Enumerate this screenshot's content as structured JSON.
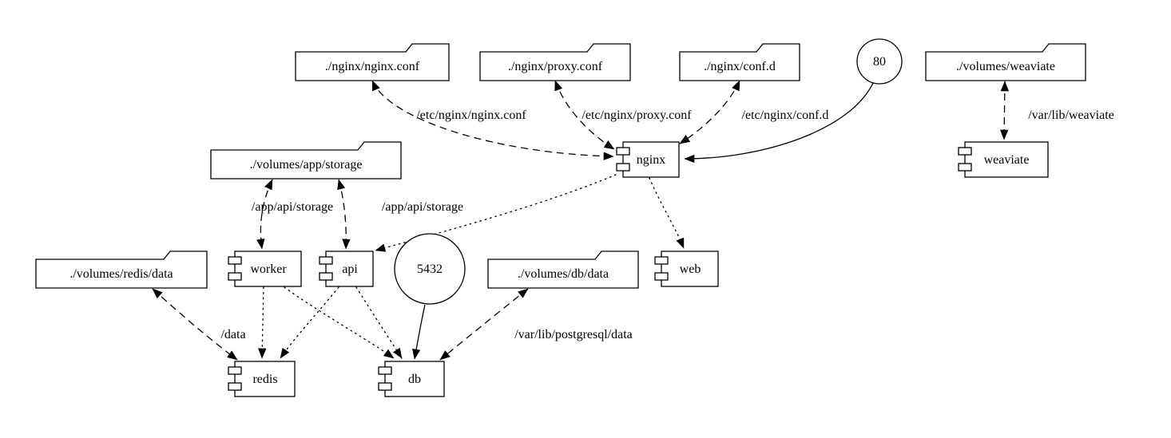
{
  "diagram": {
    "kind": "service-graph",
    "nodes": {
      "folders": [
        {
          "label": "./nginx/nginx.conf"
        },
        {
          "label": "./nginx/proxy.conf"
        },
        {
          "label": "./nginx/conf.d"
        },
        {
          "label": "./volumes/weaviate"
        },
        {
          "label": "./volumes/app/storage"
        },
        {
          "label": "./volumes/redis/data"
        },
        {
          "label": "./volumes/db/data"
        }
      ],
      "components": [
        {
          "label": "nginx"
        },
        {
          "label": "weaviate"
        },
        {
          "label": "worker"
        },
        {
          "label": "api"
        },
        {
          "label": "web"
        },
        {
          "label": "redis"
        },
        {
          "label": "db"
        }
      ],
      "ports": [
        {
          "label": "80"
        },
        {
          "label": "5432"
        }
      ]
    },
    "edge_labels": [
      {
        "label": "/etc/nginx/nginx.conf"
      },
      {
        "label": "/etc/nginx/proxy.conf"
      },
      {
        "label": "/etc/nginx/conf.d"
      },
      {
        "label": "/var/lib/weaviate"
      },
      {
        "label": "/app/api/storage"
      },
      {
        "label": "/app/api/storage"
      },
      {
        "label": "/data"
      },
      {
        "label": "/var/lib/postgresql/data"
      }
    ],
    "colors": {
      "stroke": "#000000",
      "fill": "#ffffff"
    }
  }
}
